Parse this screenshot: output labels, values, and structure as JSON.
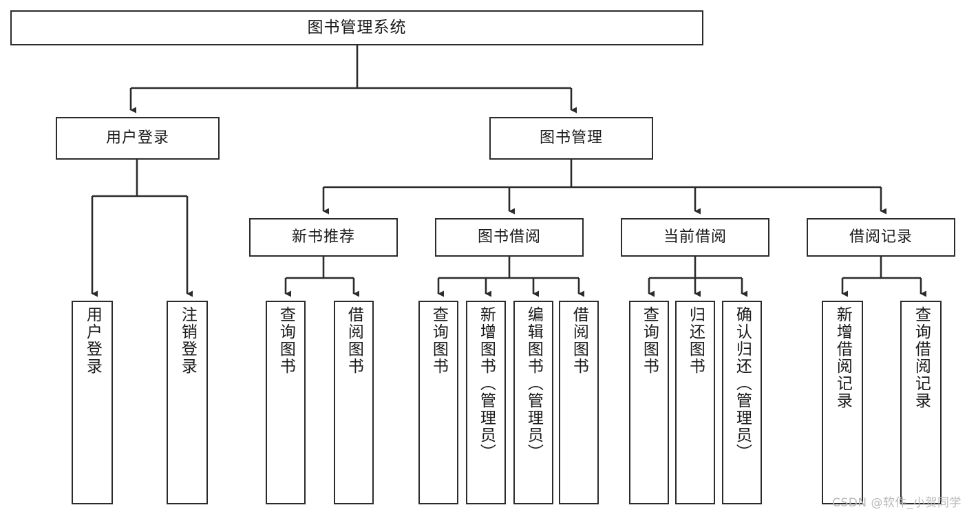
{
  "diagram": {
    "title_node": {
      "label": "图书管理系统"
    },
    "level2": [
      {
        "label": "用户登录"
      },
      {
        "label": "图书管理"
      }
    ],
    "level3": [
      {
        "label": "新书推荐"
      },
      {
        "label": "图书借阅"
      },
      {
        "label": "当前借阅"
      },
      {
        "label": "借阅记录"
      }
    ],
    "leaves": [
      {
        "label": "用户登录"
      },
      {
        "label": "注销登录"
      },
      {
        "label": "查询图书"
      },
      {
        "label": "借阅图书"
      },
      {
        "label": "查询图书"
      },
      {
        "label": "新增图书（管理员）"
      },
      {
        "label": "编辑图书（管理员）"
      },
      {
        "label": "借阅图书"
      },
      {
        "label": "查询图书"
      },
      {
        "label": "归还图书"
      },
      {
        "label": "确认归还（管理员）"
      },
      {
        "label": "新增借阅记录"
      },
      {
        "label": "查询借阅记录"
      }
    ]
  },
  "watermark": {
    "text": "CSDN @软件_小贺同学"
  },
  "colors": {
    "stroke": "#2b2b2b",
    "fill": "#ffffff",
    "text": "#1a1a1a",
    "watermark": "#b9b9b9"
  }
}
